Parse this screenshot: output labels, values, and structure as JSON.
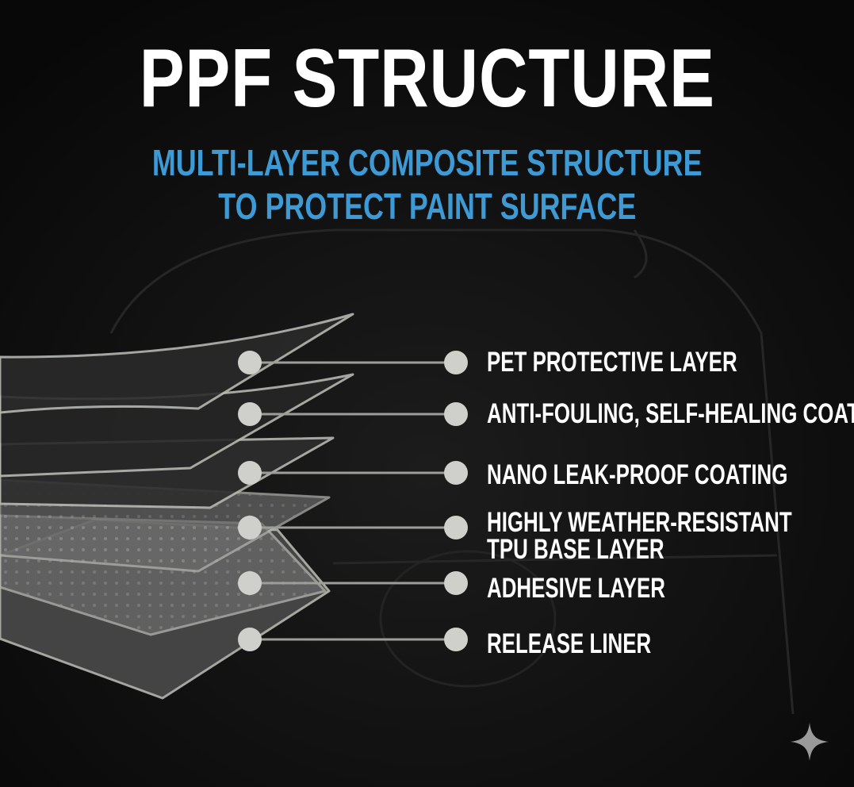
{
  "title": "PPF STRUCTURE",
  "subtitle": {
    "line1": "MULTI-LAYER COMPOSITE STRUCTURE",
    "line2": "TO PROTECT PAINT SURFACE"
  },
  "layers": [
    {
      "label": "PET PROTECTIVE LAYER"
    },
    {
      "label": "ANTI-FOULING, SELF-HEALING COATING"
    },
    {
      "label": "NANO LEAK-PROOF COATING"
    },
    {
      "label": "HIGHLY WEATHER-RESISTANT",
      "label2": "TPU BASE LAYER"
    },
    {
      "label": "ADHESIVE LAYER"
    },
    {
      "label": "RELEASE LINER"
    }
  ],
  "colors": {
    "background": "#0d0d0d",
    "title": "#ffffff",
    "subtitle": "#3d9ad4",
    "dot": "#cfd0cb"
  },
  "icons": {
    "corner": "sparkle-icon"
  }
}
